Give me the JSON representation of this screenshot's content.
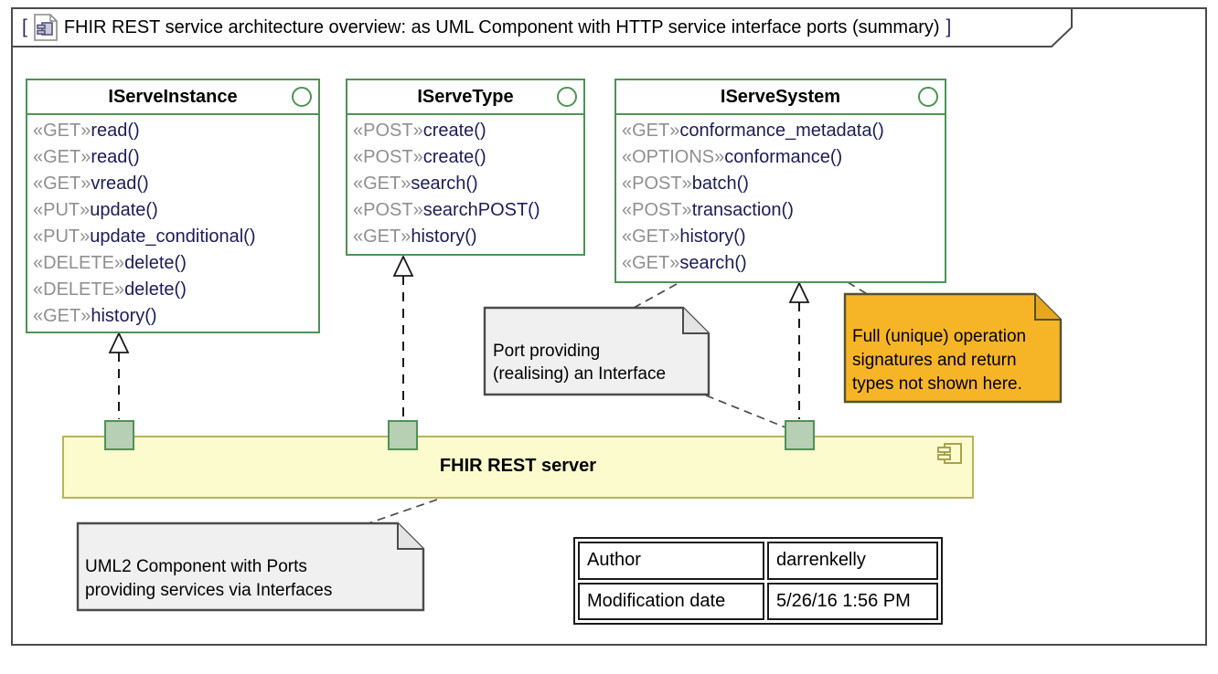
{
  "frame": {
    "bracket_left": "[",
    "bracket_right": "]",
    "title": "FHIR REST service architecture overview: as UML Component with HTTP service interface ports (summary)",
    "icon": "component-diagram-icon"
  },
  "interfaces": [
    {
      "name": "IServeInstance",
      "icon": "interface-ball-icon",
      "methods": [
        {
          "stereotype": "«GET»",
          "name": "read()"
        },
        {
          "stereotype": "«GET»",
          "name": "read()"
        },
        {
          "stereotype": "«GET»",
          "name": "vread()"
        },
        {
          "stereotype": "«PUT»",
          "name": "update()"
        },
        {
          "stereotype": "«PUT»",
          "name": "update_conditional()"
        },
        {
          "stereotype": "«DELETE»",
          "name": "delete()"
        },
        {
          "stereotype": "«DELETE»",
          "name": "delete()"
        },
        {
          "stereotype": "«GET»",
          "name": "history()"
        }
      ]
    },
    {
      "name": "IServeType",
      "icon": "interface-ball-icon",
      "methods": [
        {
          "stereotype": "«POST»",
          "name": "create()"
        },
        {
          "stereotype": "«POST»",
          "name": "create()"
        },
        {
          "stereotype": "«GET»",
          "name": "search()"
        },
        {
          "stereotype": "«POST»",
          "name": "searchPOST()"
        },
        {
          "stereotype": "«GET»",
          "name": "history()"
        }
      ]
    },
    {
      "name": "IServeSystem",
      "icon": "interface-ball-icon",
      "methods": [
        {
          "stereotype": "«GET»",
          "name": "conformance_metadata()"
        },
        {
          "stereotype": "«OPTIONS»",
          "name": "conformance()"
        },
        {
          "stereotype": "«POST»",
          "name": "batch()"
        },
        {
          "stereotype": "«POST»",
          "name": "transaction()"
        },
        {
          "stereotype": "«GET»",
          "name": "history()"
        },
        {
          "stereotype": "«GET»",
          "name": "search()"
        }
      ]
    }
  ],
  "component": {
    "label": "FHIR REST server",
    "icon": "uml-component-icon",
    "ports": [
      "port-IServeInstance",
      "port-IServeType",
      "port-IServeSystem"
    ]
  },
  "notes": [
    {
      "id": "port-note",
      "text": "Port providing\n(realising) an Interface",
      "color": "#f0f0f0"
    },
    {
      "id": "signature-note",
      "text": "Full (unique) operation\nsignatures and return\ntypes not shown here.",
      "color": "#f6b527"
    },
    {
      "id": "component-note",
      "text": "UML2 Component with Ports\nproviding services via Interfaces",
      "color": "#f0f0f0"
    }
  ],
  "properties_table": {
    "rows": [
      {
        "key": "Author",
        "value": "darrenkelly"
      },
      {
        "key": "Modification date",
        "value": "5/26/16 1:56 PM"
      }
    ]
  },
  "colors": {
    "interface_border": "#4e9356",
    "port_fill": "#b7cfb4",
    "component_fill": "#fbfbce",
    "component_border": "#b9b35b",
    "note_orange": "#f6b527",
    "note_gray": "#f0f0f0",
    "stereotype_text": "#8f8f8f",
    "method_text": "#1c1c57",
    "frame_border": "#4b4b4b"
  }
}
